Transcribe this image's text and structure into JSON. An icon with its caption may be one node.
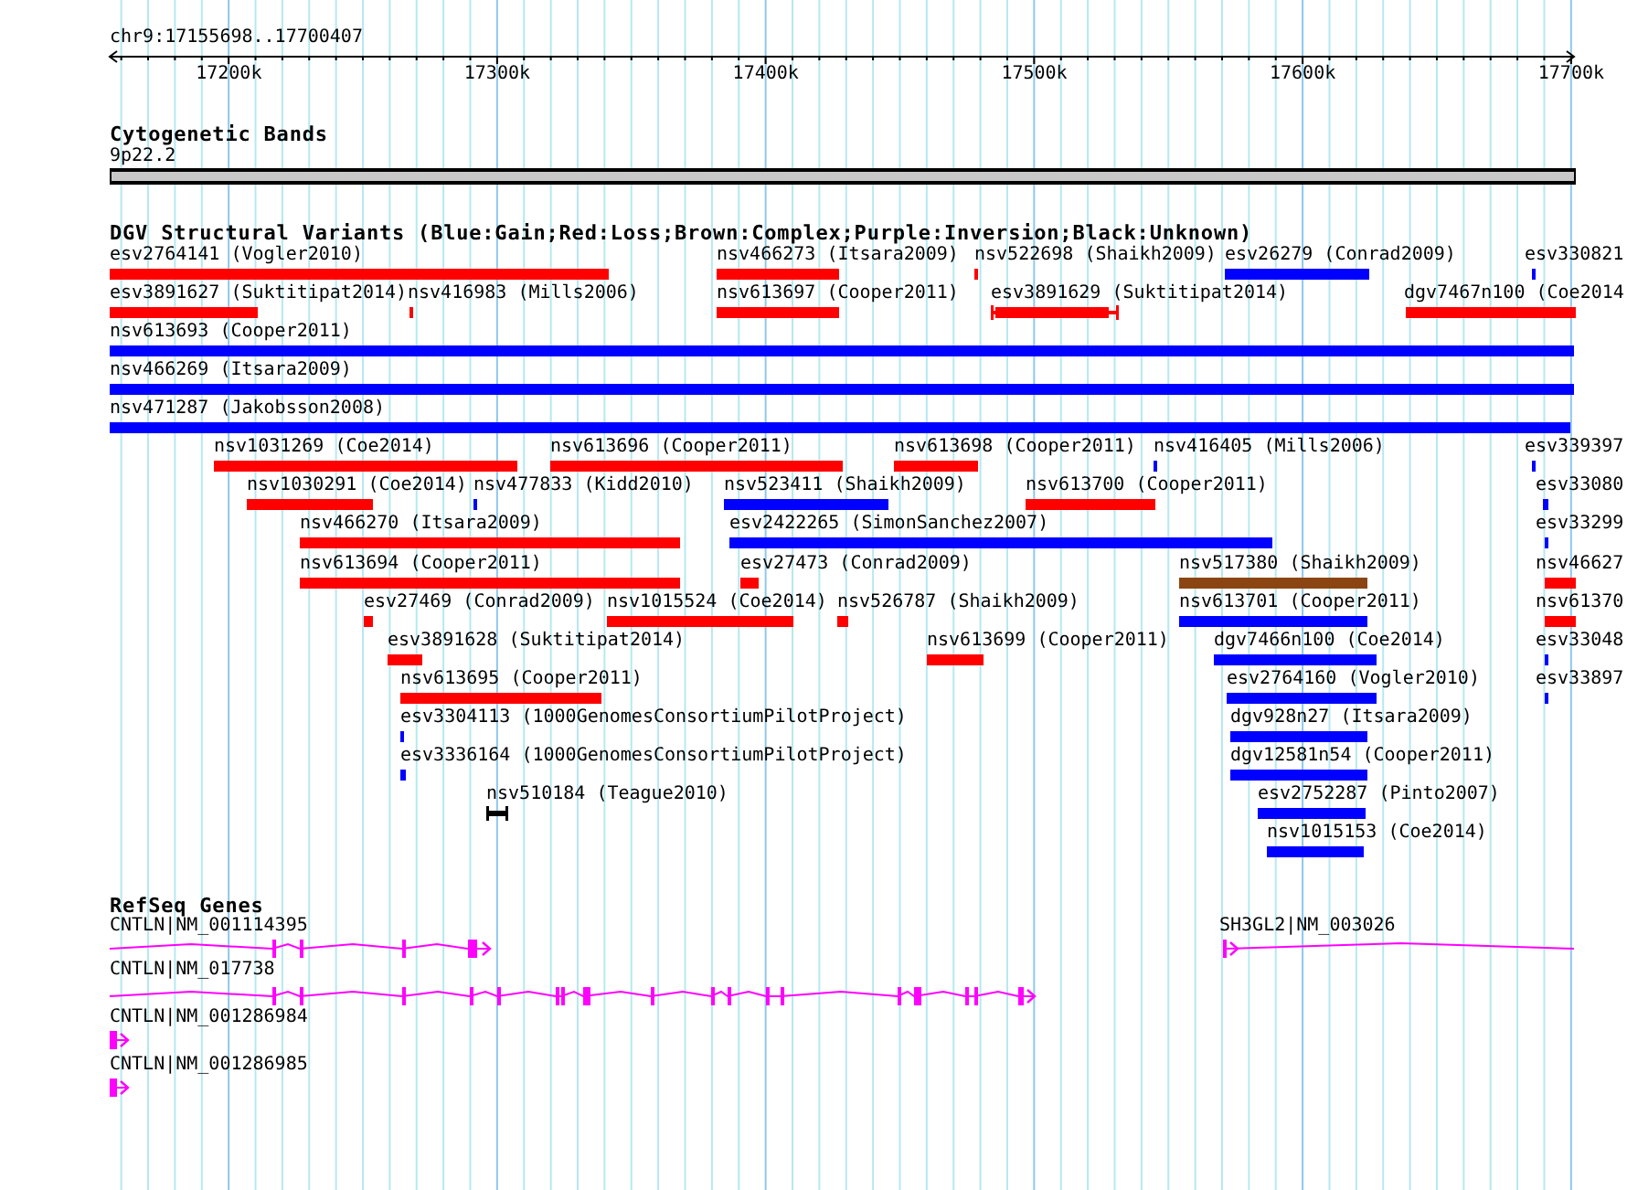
{
  "diagram": {
    "title": "chr9:17155698..17700407",
    "nodes": [
      {
        "text": [
          "9p22.2"
        ]
      },
      {
        "text": [
          "esv2764141 (Vogler2010)"
        ]
      },
      {
        "text": [
          "nsv466273 (Itsara2009)"
        ]
      },
      {
        "text": [
          "nsv522698 (Shaikh2009)"
        ]
      },
      {
        "text": [
          "esv26279 (Conrad2009)"
        ]
      },
      {
        "text": [
          "esv330821"
        ]
      },
      {
        "text": [
          "esv3891627 (Suktitipat2014)"
        ]
      },
      {
        "text": [
          "nsv416983 (Mills2006)"
        ]
      },
      {
        "text": [
          "nsv613697 (Cooper2011)"
        ]
      },
      {
        "text": [
          "esv3891629 (Suktitipat2014)"
        ]
      },
      {
        "text": [
          "dgv7467n100 (Coe2014"
        ]
      },
      {
        "text": [
          "nsv613693 (Cooper2011)"
        ]
      },
      {
        "text": [
          "nsv466269 (Itsara2009)"
        ]
      },
      {
        "text": [
          "nsv471287 (Jakobsson2008)"
        ]
      },
      {
        "text": [
          "nsv1031269 (Coe2014)"
        ]
      },
      {
        "text": [
          "nsv613696 (Cooper2011)"
        ]
      },
      {
        "text": [
          "nsv613698 (Cooper2011)"
        ]
      },
      {
        "text": [
          "nsv416405 (Mills2006)"
        ]
      },
      {
        "text": [
          "esv339397"
        ]
      },
      {
        "text": [
          "nsv1030291 (Coe2014)"
        ]
      },
      {
        "text": [
          "nsv477833 (Kidd2010)"
        ]
      },
      {
        "text": [
          "nsv523411 (Shaikh2009)"
        ]
      },
      {
        "text": [
          "nsv613700 (Cooper2011)"
        ]
      },
      {
        "text": [
          "esv33080"
        ]
      },
      {
        "text": [
          "nsv466270 (Itsara2009)"
        ]
      },
      {
        "text": [
          "esv2422265 (SimonSanchez2007)"
        ]
      },
      {
        "text": [
          "esv33299"
        ]
      },
      {
        "text": [
          "nsv613694 (Cooper2011)"
        ]
      },
      {
        "text": [
          "esv27473 (Conrad2009)"
        ]
      },
      {
        "text": [
          "nsv517380 (Shaikh2009)"
        ]
      },
      {
        "text": [
          "nsv46627"
        ]
      },
      {
        "text": [
          "esv27469 (Conrad2009)"
        ]
      },
      {
        "text": [
          "nsv1015524 (Coe2014)"
        ]
      },
      {
        "text": [
          "nsv526787 (Shaikh2009)"
        ]
      },
      {
        "text": [
          "nsv613701 (Cooper2011)"
        ]
      },
      {
        "text": [
          "nsv61370"
        ]
      },
      {
        "text": [
          "esv3891628 (Suktitipat2014)"
        ]
      },
      {
        "text": [
          "nsv613699 (Cooper2011)"
        ]
      },
      {
        "text": [
          "dgv7466n100 (Coe2014)"
        ]
      },
      {
        "text": [
          "esv33048"
        ]
      },
      {
        "text": [
          "nsv613695 (Cooper2011)"
        ]
      },
      {
        "text": [
          "esv2764160 (Vogler2010)"
        ]
      },
      {
        "text": [
          "esv33897"
        ]
      },
      {
        "text": [
          "esv3304113 (1000GenomesConsortiumPilotProject)"
        ]
      },
      {
        "text": [
          "dgv928n27 (Itsara2009)"
        ]
      },
      {
        "text": [
          "esv3336164 (1000GenomesConsortiumPilotProject)"
        ]
      },
      {
        "text": [
          "dgv12581n54 (Cooper2011)"
        ]
      },
      {
        "text": [
          "nsv510184 (Teague2010)"
        ]
      },
      {
        "text": [
          "esv2752287 (Pinto2007)"
        ]
      },
      {
        "text": [
          "nsv1015153 (Coe2014)"
        ]
      },
      {
        "text": [
          "CNTLN|NM_001114395"
        ]
      },
      {
        "text": [
          "SH3GL2|NM_003026"
        ]
      },
      {
        "text": [
          "CNTLN|NM_017738"
        ]
      },
      {
        "text": [
          "CNTLN|NM_001286984"
        ]
      },
      {
        "text": [
          "CNTLN|NM_001286985"
        ]
      }
    ],
    "labels": [
      "17200k",
      "17300k",
      "17400k",
      "17500k",
      "17600k",
      "17700k",
      "Cytogenetic Bands",
      "DGV Structural Variants (Blue:Gain;Red:Loss;Brown:Complex;Purple:Inversion;Black:Unknown)",
      "RefSeq Genes"
    ]
  }
}
